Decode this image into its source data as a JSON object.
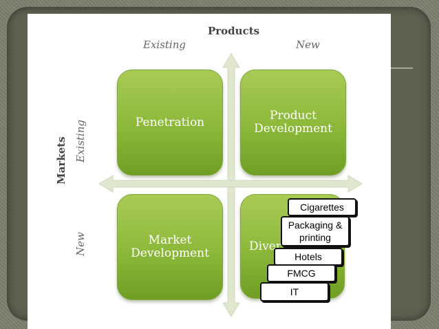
{
  "products_heading": "Products",
  "markets_heading": "Markets",
  "column_labels": [
    "Existing",
    "New"
  ],
  "row_labels": [
    "Existing",
    "New"
  ],
  "quadrants": {
    "penetration": "Penetration",
    "product_development": "Product Development",
    "market_development": "Market Development",
    "diversification": "Diver"
  },
  "diversification_tags": [
    "Cigarettes",
    "Packaging & printing",
    "Hotels",
    "FMCG",
    "IT"
  ],
  "colors": {
    "quadrant_fill": "#8cb83a",
    "axis_arrow": "#dfe7cf",
    "slide_frame": "#5d6150"
  }
}
